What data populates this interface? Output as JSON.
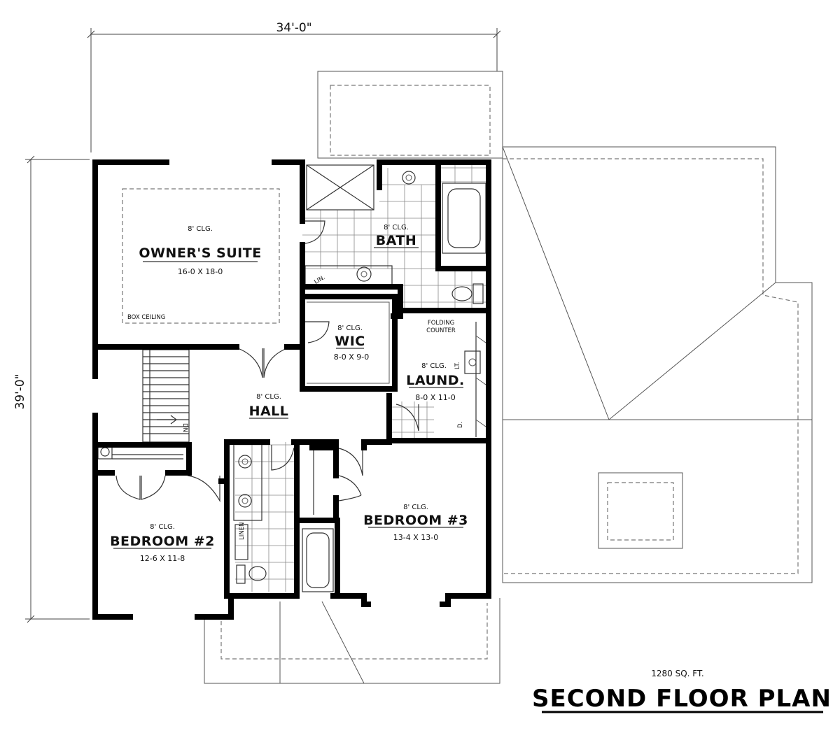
{
  "dimensions": {
    "width_label": "34'-0\"",
    "depth_label": "39'-0\""
  },
  "rooms": {
    "owners_suite": {
      "clg": "8' CLG.",
      "name": "OWNER'S SUITE",
      "size": "16-0 X 18-0",
      "note": "BOX CEILING"
    },
    "bath": {
      "clg": "8' CLG.",
      "name": "BATH"
    },
    "wic": {
      "clg": "8' CLG.",
      "name": "WIC",
      "size": "8-0 X 9-0"
    },
    "laundry": {
      "clg": "8' CLG.",
      "name": "LAUND.",
      "size": "8-0 X 11-0",
      "note": "FOLDING COUNTER",
      "lt": "LT.",
      "dr": "D."
    },
    "hall": {
      "clg": "8' CLG.",
      "name": "HALL"
    },
    "bedroom2": {
      "clg": "8' CLG.",
      "name": "BEDROOM #2",
      "size": "12-6 X 11-8"
    },
    "bedroom3": {
      "clg": "8' CLG.",
      "name": "BEDROOM #3",
      "size": "13-4 X 13-0"
    },
    "stair": {
      "label": "DN"
    },
    "linen": {
      "label": "LIN."
    },
    "linen2": {
      "label": "LINEN"
    }
  },
  "footer": {
    "sqft": "1280 SQ. FT.",
    "title": "SECOND FLOOR PLAN"
  }
}
